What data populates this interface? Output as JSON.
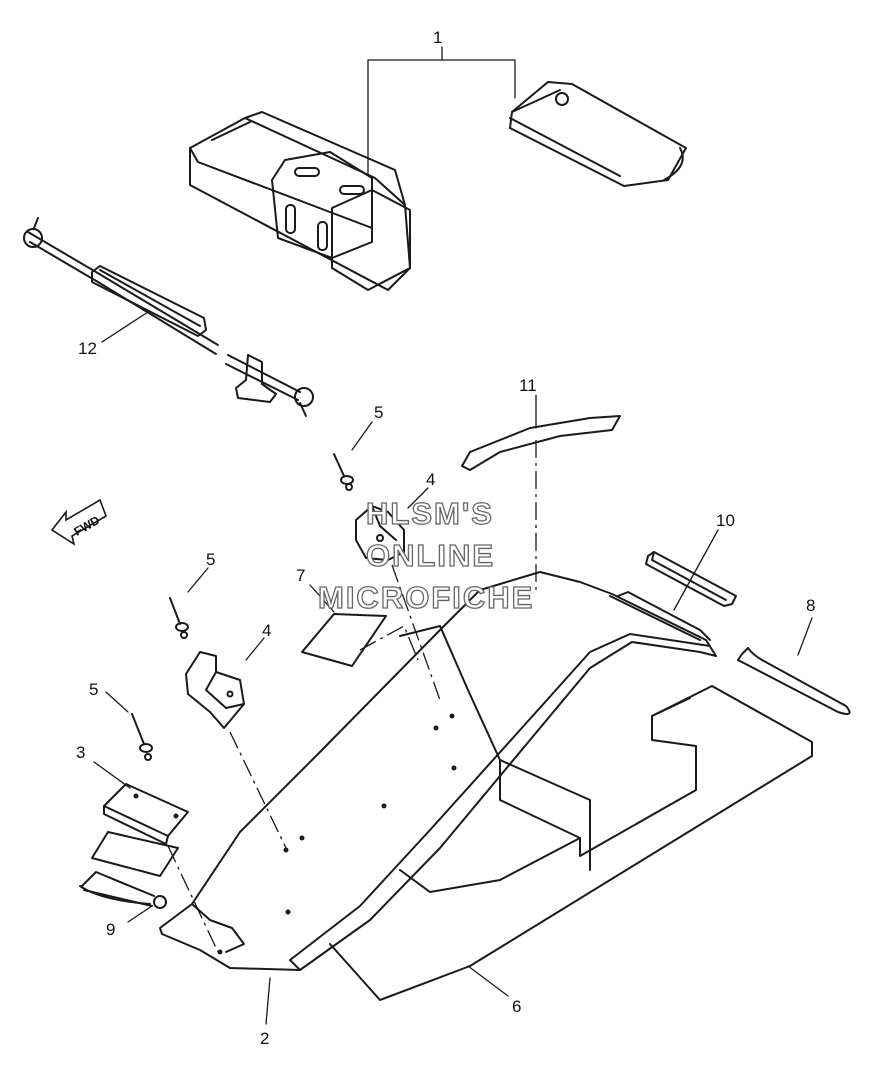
{
  "callouts": {
    "c1": "1",
    "c2": "2",
    "c3": "3",
    "c4a": "4",
    "c4b": "4",
    "c5a": "5",
    "c5b": "5",
    "c5c": "5",
    "c6": "6",
    "c7": "7",
    "c8": "8",
    "c9": "9",
    "c10": "10",
    "c11": "11",
    "c12": "12"
  },
  "direction_arrow": {
    "label": "FWD"
  },
  "watermark": {
    "line1": "HLSM'S",
    "line2": "ONLINE",
    "line3": "MICROFICHE"
  }
}
